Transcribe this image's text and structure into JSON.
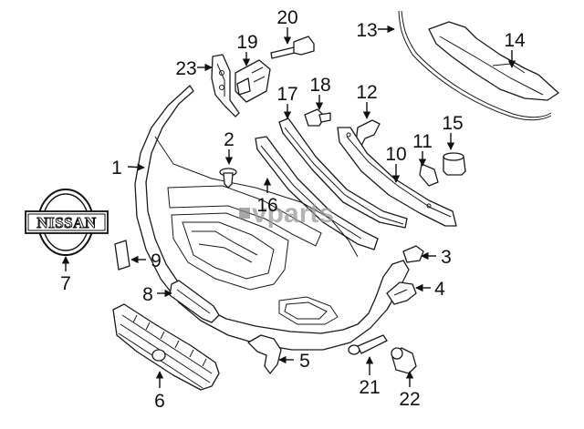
{
  "watermark": "vparts",
  "logo": {
    "text": "NISSAN"
  },
  "callouts": [
    {
      "id": "1",
      "label": "1"
    },
    {
      "id": "2",
      "label": "2"
    },
    {
      "id": "3",
      "label": "3"
    },
    {
      "id": "4",
      "label": "4"
    },
    {
      "id": "5",
      "label": "5"
    },
    {
      "id": "6",
      "label": "6"
    },
    {
      "id": "7",
      "label": "7"
    },
    {
      "id": "8",
      "label": "8"
    },
    {
      "id": "9",
      "label": "9"
    },
    {
      "id": "10",
      "label": "10"
    },
    {
      "id": "11",
      "label": "11"
    },
    {
      "id": "12",
      "label": "12"
    },
    {
      "id": "13",
      "label": "13"
    },
    {
      "id": "14",
      "label": "14"
    },
    {
      "id": "15",
      "label": "15"
    },
    {
      "id": "16",
      "label": "16"
    },
    {
      "id": "17",
      "label": "17"
    },
    {
      "id": "18",
      "label": "18"
    },
    {
      "id": "19",
      "label": "19"
    },
    {
      "id": "20",
      "label": "20"
    },
    {
      "id": "21",
      "label": "21"
    },
    {
      "id": "22",
      "label": "22"
    },
    {
      "id": "23",
      "label": "23"
    }
  ]
}
